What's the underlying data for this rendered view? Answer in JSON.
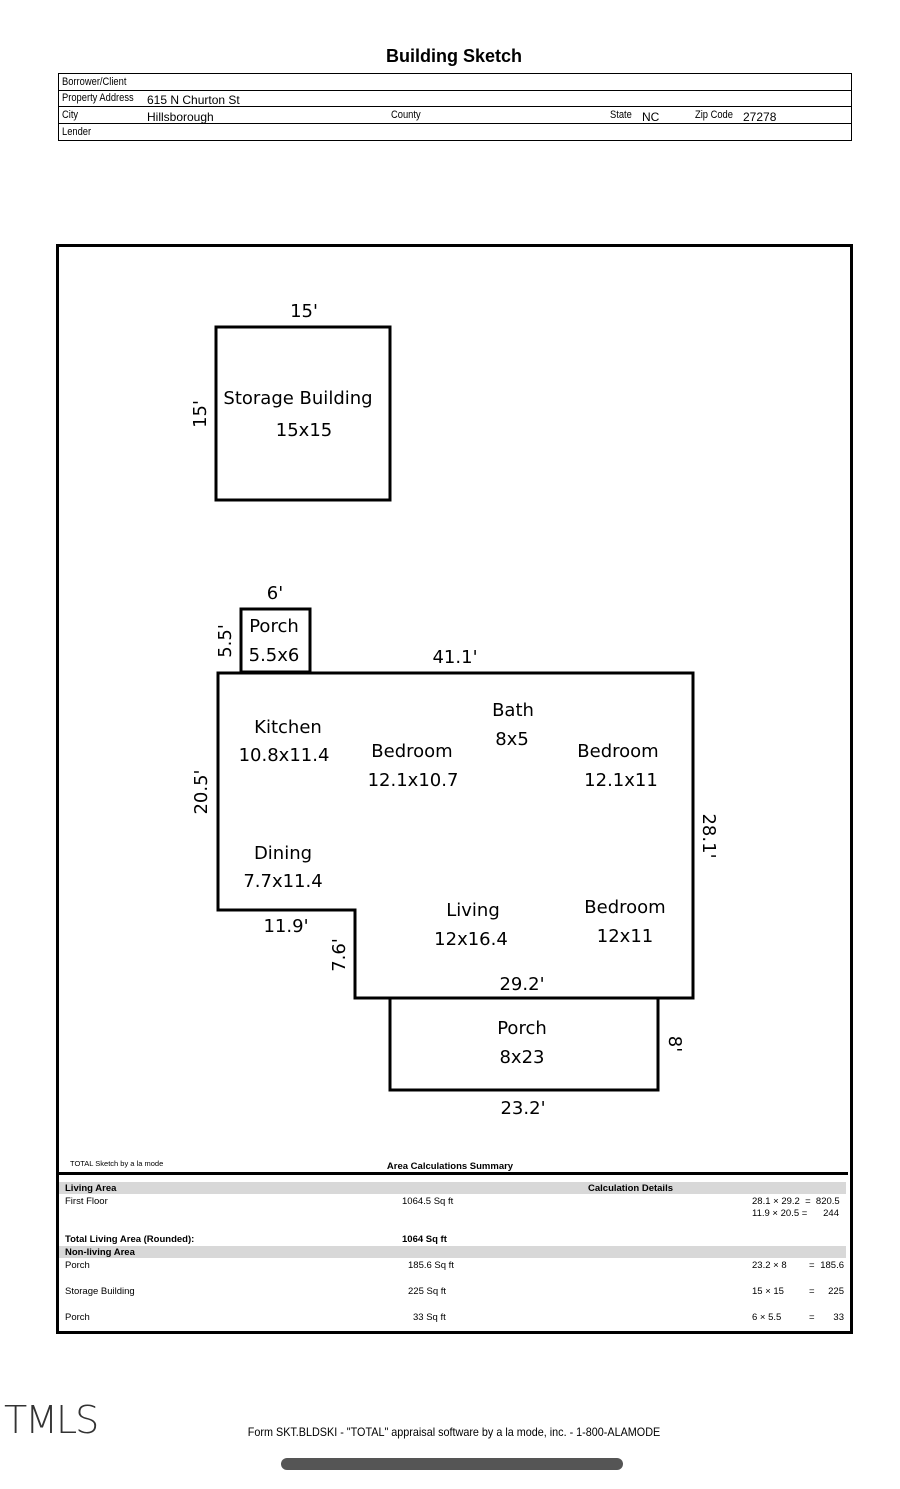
{
  "title": "Building Sketch",
  "header": {
    "borrower_label": "Borrower/Client",
    "address_label": "Property Address",
    "address_value": "615 N Churton St",
    "city_label": "City",
    "city_value": "Hillsborough",
    "county_label": "County",
    "state_label": "State",
    "state_value": "NC",
    "zip_label": "Zip Code",
    "zip_value": "27278",
    "lender_label": "Lender"
  },
  "sketch": {
    "storage": {
      "top": "15'",
      "left": "15'",
      "name": "Storage Building",
      "size": "15x15"
    },
    "porch_small": {
      "top": "6'",
      "left": "5.5'",
      "name": "Porch",
      "size": "5.5x6"
    },
    "house_dims": {
      "top": "41.1'",
      "left": "20.5'",
      "right": "28.1'",
      "bottom": "29.2'",
      "step_h": "11.9'",
      "step_v": "7.6'"
    },
    "rooms": {
      "kitchen": {
        "name": "Kitchen",
        "size": "10.8x11.4"
      },
      "bedroom1": {
        "name": "Bedroom",
        "size": "12.1x10.7"
      },
      "bath": {
        "name": "Bath",
        "size": "8x5"
      },
      "bedroom2": {
        "name": "Bedroom",
        "size": "12.1x11"
      },
      "dining": {
        "name": "Dining",
        "size": "7.7x11.4"
      },
      "living": {
        "name": "Living",
        "size": "12x16.4"
      },
      "bedroom3": {
        "name": "Bedroom",
        "size": "12x11"
      }
    },
    "porch_large": {
      "name": "Porch",
      "size": "8x23",
      "right": "8'",
      "bottom": "23.2'"
    }
  },
  "software_credit": "TOTAL Sketch by a la mode",
  "summary": {
    "title": "Area Calculations Summary",
    "living_area_label": "Living Area",
    "calc_details_label": "Calculation Details",
    "first_floor_label": "First Floor",
    "first_floor_value": "1064.5 Sq ft",
    "first_floor_calc1": "28.1 × 29.2  =  820.5",
    "first_floor_calc2": "11.9 × 20.5 =      244",
    "total_label": "Total Living Area (Rounded):",
    "total_value": "1064 Sq ft",
    "nonliving_label": "Non-living Area",
    "rows": [
      {
        "label": "Porch",
        "value": "185.6 Sq ft",
        "calc_a": "23.2 × 8",
        "calc_eq": "=",
        "calc_r": "185.6"
      },
      {
        "label": "Storage Building",
        "value": "225 Sq ft",
        "calc_a": "15 × 15",
        "calc_eq": "=",
        "calc_r": "225"
      },
      {
        "label": "Porch",
        "value": "33 Sq ft",
        "calc_a": "6 × 5.5",
        "calc_eq": "=",
        "calc_r": "33"
      }
    ]
  },
  "footer": "Form SKT.BLDSKI - \"TOTAL\" appraisal software by a la mode, inc. - 1-800-ALAMODE",
  "logo": "TMLS"
}
